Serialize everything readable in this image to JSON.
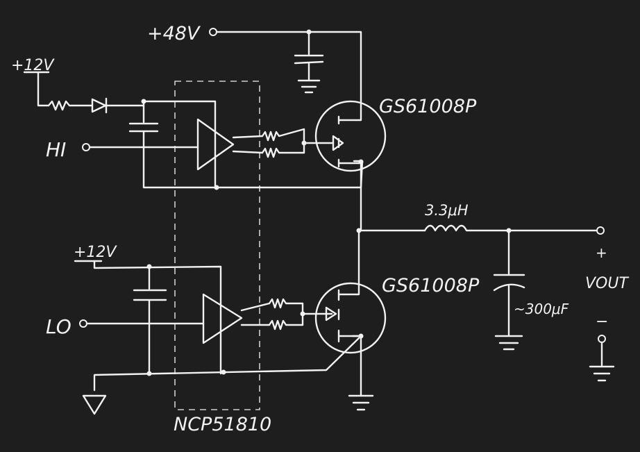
{
  "labels": {
    "v48": "+48V",
    "v12_top": "+12V",
    "v12_bottom": "+12V",
    "hi": "HI",
    "lo": "LO",
    "fet_top": "GS61008P",
    "fet_bottom": "GS61008P",
    "inductor": "3.3μH",
    "capacitor": "~300μF",
    "vout_plus": "+",
    "vout": "VOUT",
    "vout_minus": "−",
    "driver_ic": "NCP51810"
  },
  "colors": {
    "background": "#1f1e1e",
    "ink": "#f2f2f2"
  }
}
